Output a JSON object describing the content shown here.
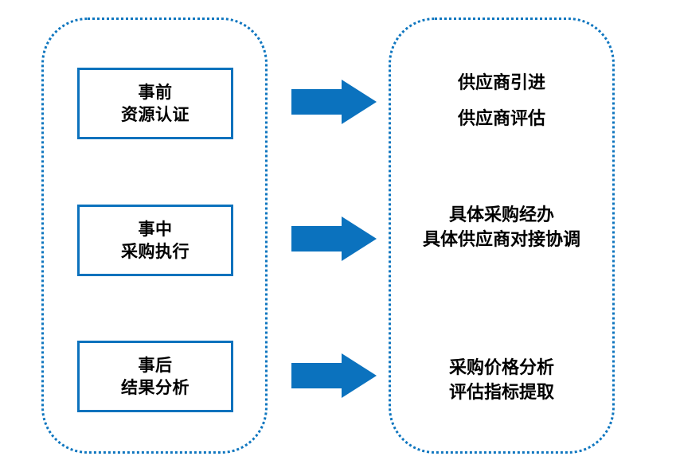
{
  "diagram": {
    "type": "process-flow",
    "colors": {
      "accent_blue": "#0C72BD",
      "arrow_blue": "#0B72BE",
      "panel_dotted_blue": "#0F76BF",
      "text_black": "#000000",
      "background": "#FFFFFF"
    },
    "panels": [
      {
        "name": "left-panel",
        "style": "dotted-rounded"
      },
      {
        "name": "right-panel",
        "style": "dotted-rounded"
      }
    ],
    "rows": [
      {
        "stage": {
          "line1": "事前",
          "line2": "资源认证"
        },
        "arrow": "right-arrow",
        "outcome": {
          "line1": "供应商引进",
          "line2": "供应商评估"
        }
      },
      {
        "stage": {
          "line1": "事中",
          "line2": "采购执行"
        },
        "arrow": "right-arrow",
        "outcome": {
          "line1": "具体采购经办",
          "line2": "具体供应商对接协调"
        }
      },
      {
        "stage": {
          "line1": "事后",
          "line2": "结果分析"
        },
        "arrow": "right-arrow",
        "outcome": {
          "line1": "采购价格分析",
          "line2": "评估指标提取"
        }
      }
    ]
  }
}
